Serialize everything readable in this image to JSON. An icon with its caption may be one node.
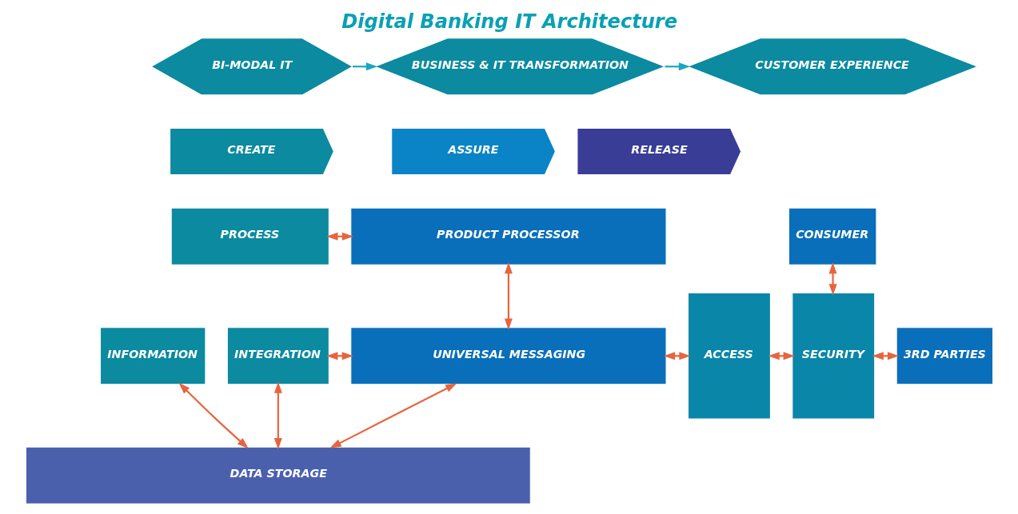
{
  "diagram": {
    "title": "Digital Banking IT Architecture",
    "nodes": [
      {
        "text": [
          "BI-MODAL IT"
        ]
      },
      {
        "text": [
          "BUSINESS & IT TRANSFORMATION"
        ]
      },
      {
        "text": [
          "CUSTOMER EXPERIENCE"
        ]
      },
      {
        "text": [
          "CREATE"
        ]
      },
      {
        "text": [
          "ASSURE"
        ]
      },
      {
        "text": [
          "RELEASE"
        ]
      },
      {
        "text": [
          "PROCESS"
        ]
      },
      {
        "text": [
          "PRODUCT PROCESSOR"
        ]
      },
      {
        "text": [
          "INFORMATION"
        ]
      },
      {
        "text": [
          "INTEGRATION"
        ]
      },
      {
        "text": [
          "UNIVERSAL MESSAGING"
        ]
      },
      {
        "text": [
          "DATA STORAGE"
        ]
      },
      {
        "text": [
          "ACCESS"
        ]
      },
      {
        "text": [
          "SECURITY"
        ]
      },
      {
        "text": [
          "CONSUMER"
        ]
      },
      {
        "text": [
          "3RD PARTIES"
        ]
      }
    ],
    "edges": [
      {
        "from": 0,
        "to": 1,
        "arrow": "to",
        "color": "#1aa7bd"
      },
      {
        "from": 1,
        "to": 2,
        "arrow": "to",
        "color": "#1aa7bd"
      },
      {
        "from": 6,
        "to": 7,
        "arrow": "both"
      },
      {
        "from": 7,
        "to": 10,
        "arrow": "both"
      },
      {
        "from": 9,
        "to": 10,
        "arrow": "both"
      },
      {
        "from": 8,
        "to": 11,
        "arrow": "both"
      },
      {
        "from": 9,
        "to": 11,
        "arrow": "both"
      },
      {
        "from": 10,
        "to": 11,
        "arrow": "both"
      },
      {
        "from": 10,
        "to": 12,
        "arrow": "both"
      },
      {
        "from": 12,
        "to": 13,
        "arrow": "both"
      },
      {
        "from": 13,
        "to": 14,
        "arrow": "both"
      },
      {
        "from": 13,
        "to": 15,
        "arrow": "both"
      }
    ]
  }
}
